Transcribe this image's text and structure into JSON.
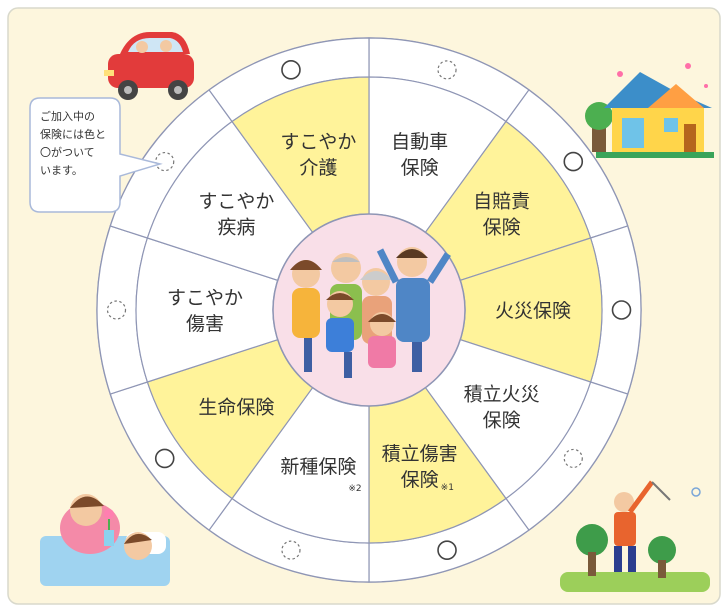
{
  "colors": {
    "background": "#fdf6dd",
    "border": "#d9d9cc",
    "enrolled": "#fff39a",
    "not_enrolled": "#ffffff",
    "ring_line": "#8f96b5",
    "center_fill": "#f9dfe8",
    "callout_fill": "#ffffff",
    "callout_stroke": "#a9b9da"
  },
  "callout": {
    "lines": [
      "ご加入中の",
      "保険には色と",
      "〇がついて",
      "います。"
    ]
  },
  "segments": [
    {
      "id": "jidousha",
      "lines": [
        "自動車",
        "保険"
      ],
      "enrolled": false,
      "marker": "dashed",
      "note": ""
    },
    {
      "id": "jibaiseki",
      "lines": [
        "自賠責",
        "保険"
      ],
      "enrolled": true,
      "marker": "solid",
      "note": ""
    },
    {
      "id": "kasai",
      "lines": [
        "火災保険"
      ],
      "enrolled": true,
      "marker": "solid",
      "note": ""
    },
    {
      "id": "tsumitate-kasai",
      "lines": [
        "積立火災",
        "保険"
      ],
      "enrolled": false,
      "marker": "dashed",
      "note": ""
    },
    {
      "id": "tsumitate-shougai",
      "lines": [
        "積立傷害",
        "保険"
      ],
      "enrolled": true,
      "marker": "solid",
      "note": "※1"
    },
    {
      "id": "shinshu",
      "lines": [
        "新種保険"
      ],
      "enrolled": false,
      "marker": "dashed",
      "note": "※2"
    },
    {
      "id": "seimei",
      "lines": [
        "生命保険"
      ],
      "enrolled": true,
      "marker": "solid",
      "note": ""
    },
    {
      "id": "sukoyaka-shougai",
      "lines": [
        "すこやか",
        "傷害"
      ],
      "enrolled": false,
      "marker": "dashed",
      "note": ""
    },
    {
      "id": "sukoyaka-shippei",
      "lines": [
        "すこやか",
        "疾病"
      ],
      "enrolled": false,
      "marker": "dashed",
      "note": ""
    },
    {
      "id": "sukoyaka-kaigo",
      "lines": [
        "すこやか",
        "介護"
      ],
      "enrolled": true,
      "marker": "solid",
      "note": ""
    }
  ]
}
